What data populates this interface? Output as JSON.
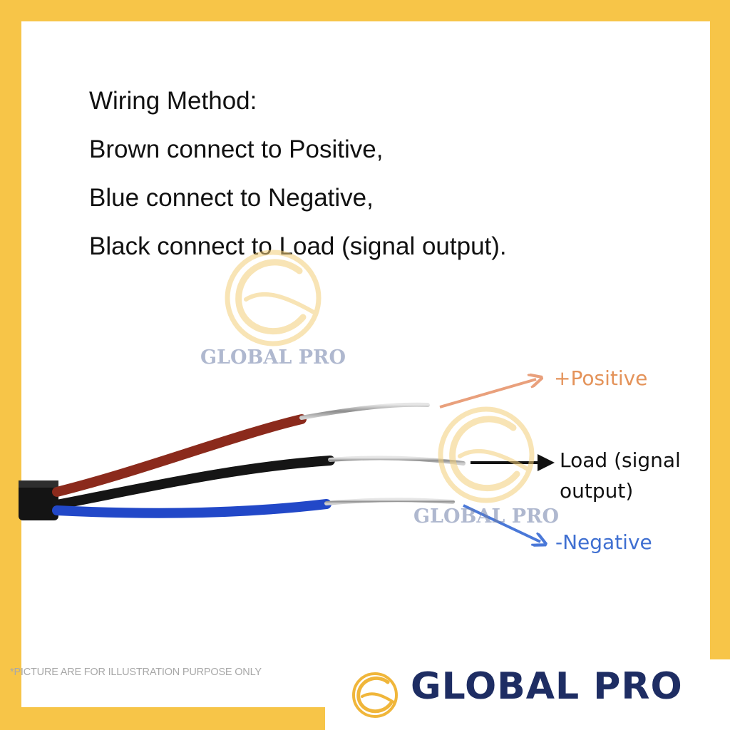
{
  "instructions": {
    "heading": "Wiring Method:",
    "line1": "Brown connect to Positive,",
    "line2": "Blue connect to Negative,",
    "line3": "Black connect to Load (signal output)."
  },
  "labels": {
    "positive": "+Positive",
    "load_line1": "Load (signal",
    "load_line2": "output)",
    "negative": "-Negative"
  },
  "watermark": {
    "text": "GLOBAL PRO"
  },
  "footer": {
    "note": "*PICTURE ARE FOR ILLUSTRATION PURPOSE ONLY",
    "brand": "GLOBAL PRO"
  },
  "colors": {
    "frame": "#f7c548",
    "brown_wire": "#8b2a1c",
    "black_wire": "#151515",
    "blue_wire": "#2248c8",
    "positive_label": "#e4935a",
    "negative_label": "#3f6fd1",
    "brand": "#1e2d63"
  },
  "icons": {
    "watermark_logo": "g-swirl-logo-icon",
    "brand_logo": "g-swirl-logo-icon"
  }
}
